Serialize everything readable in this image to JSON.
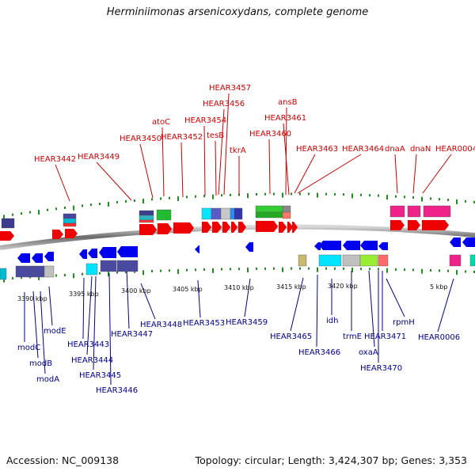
{
  "header": {
    "title": "Herminiimonas arsenicoxydans, complete genome"
  },
  "footer": {
    "accession": "Accession: NC_009138",
    "topology": "Topology: circular; Length: 3,424,307 bp; Genes: 3,353"
  },
  "colors": {
    "forward": "#ee0000",
    "reverse": "#0000ee",
    "top_label": "#cc0000",
    "bottom_label": "#00008b",
    "ruler": "#228b22"
  },
  "top_labels": [
    "HEAR3457",
    "HEAR3456",
    "ansB",
    "HEAR3461",
    "atoC",
    "HEAR3454",
    "HEAR3450",
    "HEAR3452",
    "tesB",
    "HEAR3460",
    "tkrA",
    "HEAR3463",
    "HEAR3464",
    "dnaA",
    "dnaN",
    "HEAR0004",
    "HEAR3442",
    "HEAR3449"
  ],
  "bottom_labels": [
    "modE",
    "modC",
    "modB",
    "modA",
    "HEAR3443",
    "HEAR3444",
    "HEAR3445",
    "HEAR3446",
    "HEAR3447",
    "HEAR3448",
    "HEAR3453",
    "HEAR3459",
    "HEAR3465",
    "HEAR3466",
    "idh",
    "trmE",
    "oxaA",
    "HEAR3471",
    "HEAR3470",
    "rpmH",
    "HEAR0006"
  ],
  "ticks": [
    "3390 kbp",
    "3395 kbp",
    "3400 kbp",
    "3405 kbp",
    "3410 kbp",
    "3415 kbp",
    "3420 kbp",
    "5 kbp"
  ]
}
